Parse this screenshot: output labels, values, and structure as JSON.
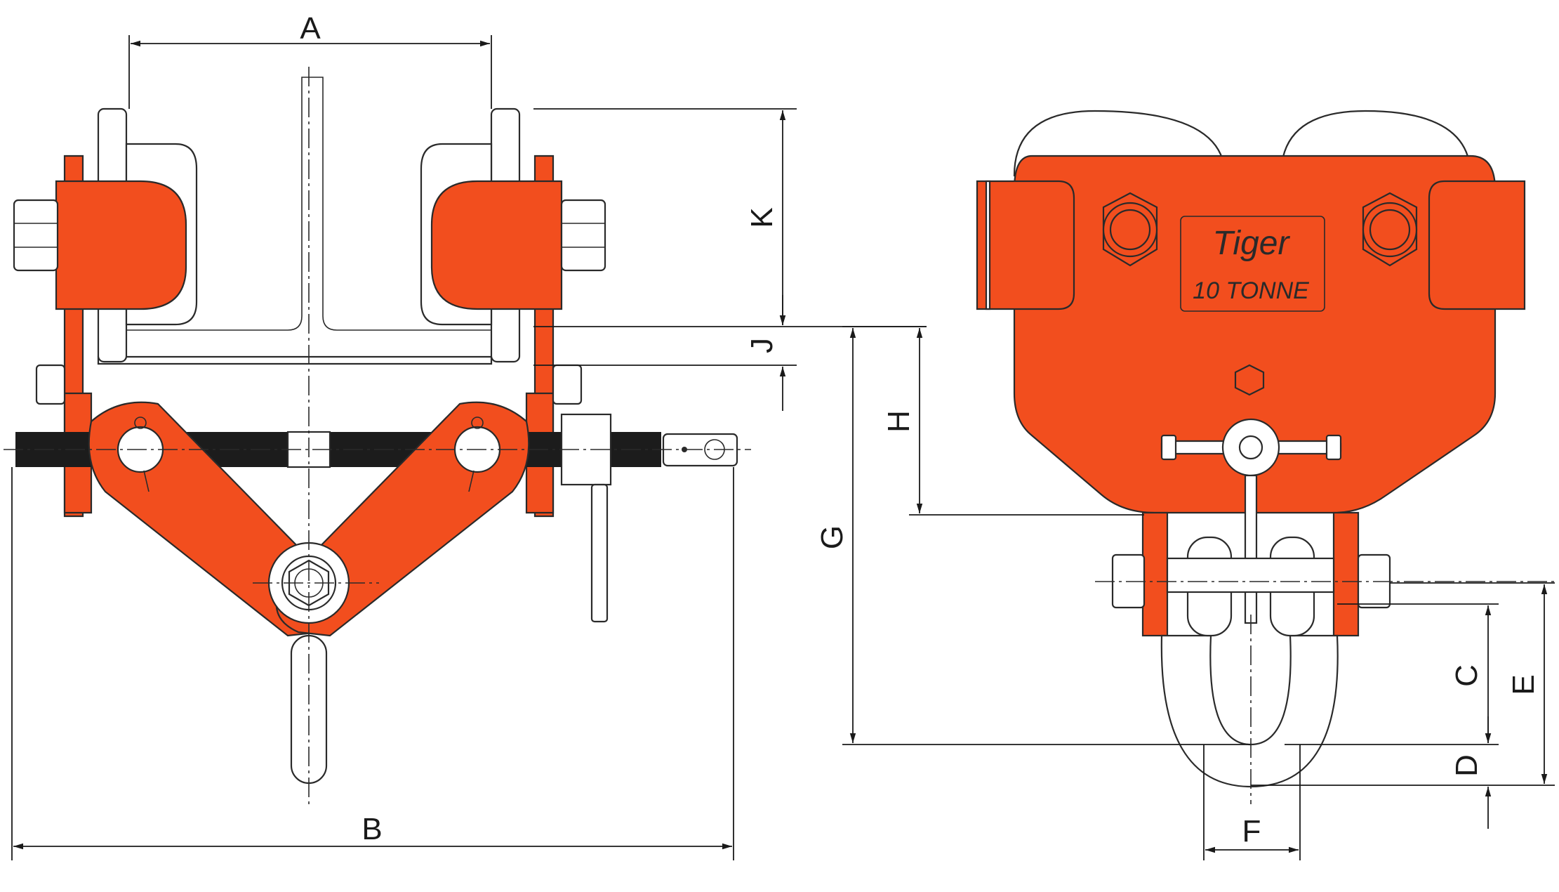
{
  "nameplate": {
    "brand": "Tiger",
    "capacity": "10 TONNE"
  },
  "dimension_labels": {
    "a": "A",
    "b": "B",
    "c": "C",
    "d": "D",
    "e": "E",
    "f": "F",
    "g": "G",
    "h": "H",
    "j": "J",
    "k": "K"
  },
  "colors": {
    "body": "#f24e1e",
    "outline": "#2a2a2a"
  }
}
